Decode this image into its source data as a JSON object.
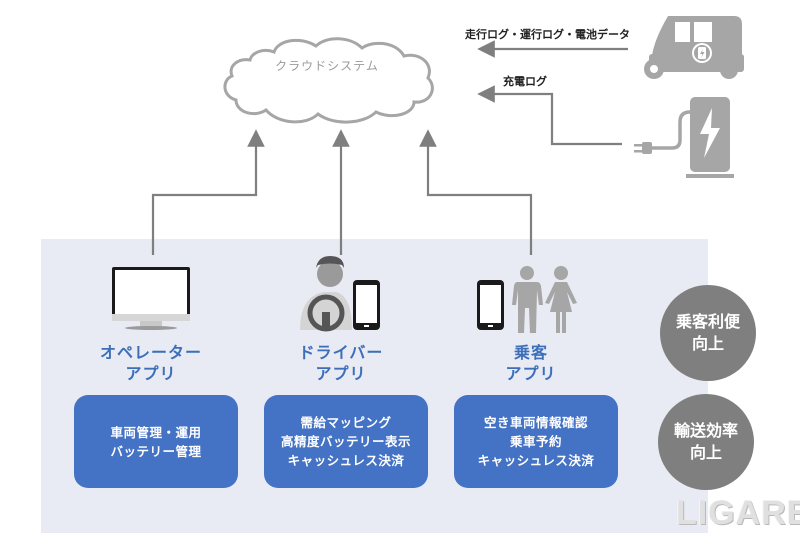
{
  "cloud": {
    "label": "クラウドシステム",
    "icon": "cloud-icon"
  },
  "data_flows": [
    {
      "label": "走行ログ・運行ログ・電池データ",
      "source": "vehicle",
      "target": "cloud"
    },
    {
      "label": "充電ログ",
      "source": "charger",
      "target": "cloud"
    }
  ],
  "devices": {
    "vehicle_icon": "electric-tuk-tuk-icon",
    "charger_icon": "charging-station-icon"
  },
  "apps": [
    {
      "title_line1": "オペレーター",
      "title_line2": "アプリ",
      "icon": "desktop-monitor-icon",
      "features": [
        "車両管理・運用",
        "バッテリー管理"
      ]
    },
    {
      "title_line1": "ドライバー",
      "title_line2": "アプリ",
      "icon": "driver-with-smartphone-icon",
      "features": [
        "需給マッピング",
        "高精度バッテリー表示",
        "キャッシュレス決済"
      ]
    },
    {
      "title_line1": "乗客",
      "title_line2": "アプリ",
      "icon": "passengers-with-smartphone-icon",
      "features": [
        "空き車両情報確認",
        "乗車予約",
        "キャッシュレス決済"
      ]
    }
  ],
  "benefits": [
    {
      "line1": "乗客利便",
      "line2": "向上"
    },
    {
      "line1": "輸送効率",
      "line2": "向上"
    }
  ],
  "colors": {
    "app_blue": "#4472c4",
    "title_blue": "#3d6fb8",
    "badge_gray": "#7f7f7f",
    "panel_bg": "#e8eaf4",
    "line_gray": "#7f7f7f",
    "icon_gray": "#a6a6a6"
  },
  "watermark": "LIGARE"
}
